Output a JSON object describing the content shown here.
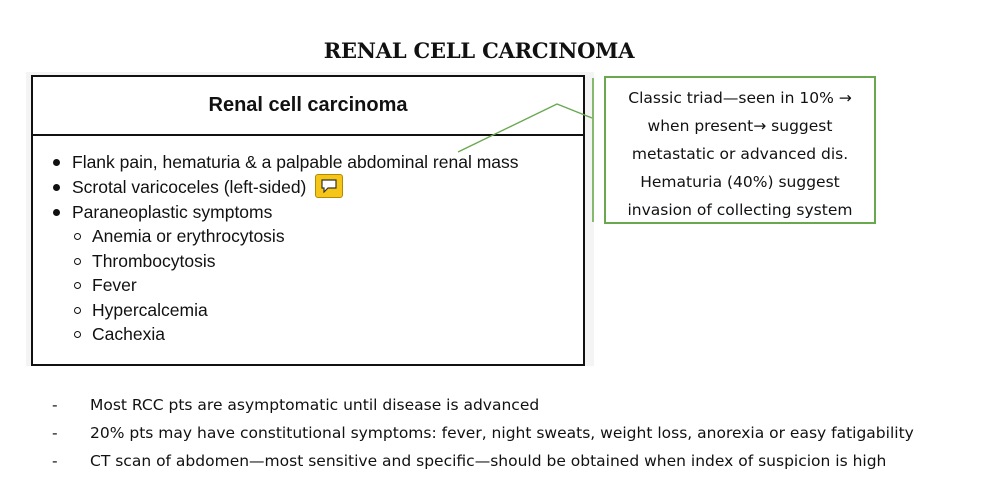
{
  "title": "RENAL CELL CARCINOMA",
  "figure": {
    "header": "Renal cell carcinoma",
    "bullets": [
      "Flank pain, hematuria & a palpable abdominal renal mass",
      "Scrotal varicoceles (left-sided)",
      "Paraneoplastic symptoms"
    ],
    "sub_bullets": [
      "Anemia or erythrocytosis",
      "Thrombocytosis",
      "Fever",
      "Hypercalcemia",
      "Cachexia"
    ],
    "comment_icon": "speech-bubble-icon"
  },
  "callout": {
    "lines": [
      "Classic triad—seen in 10% →",
      "when present→ suggest",
      "metastatic or advanced dis.",
      "Hematuria (40%) suggest",
      "invasion of collecting system"
    ]
  },
  "notes": [
    "Most RCC pts are asymptomatic until disease is advanced",
    "20% pts may have constitutional symptoms: fever, night sweats, weight loss, anorexia or easy fatigability",
    "CT scan of abdomen—most sensitive and specific—should be obtained when index of suspicion is high"
  ],
  "note_marker": "-",
  "colors": {
    "callout_border": "#6aa84f",
    "comment_icon": "#f5c518"
  }
}
